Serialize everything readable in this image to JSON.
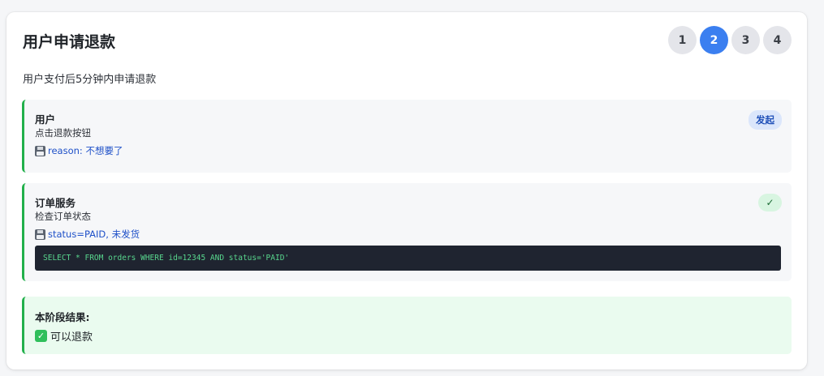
{
  "header": {
    "title": "用户申请退款",
    "subtitle": "用户支付后5分钟内申请退款"
  },
  "steps": [
    {
      "label": "1",
      "active": false
    },
    {
      "label": "2",
      "active": true
    },
    {
      "label": "3",
      "active": false
    },
    {
      "label": "4",
      "active": false
    }
  ],
  "flow": [
    {
      "actor": "用户",
      "action": "点击退款按钮",
      "state": "reason: 不想要了",
      "badge": "发起",
      "state_icon": "floppy-disk-icon"
    },
    {
      "actor": "订单服务",
      "action": "检查订单状态",
      "state": "status=PAID, 未发货",
      "badge": "✓",
      "state_icon": "floppy-disk-icon",
      "code": "SELECT * FROM orders WHERE id=12345 AND status='PAID'"
    }
  ],
  "result": {
    "title": "本阶段结果:",
    "icon": "check-mark-icon",
    "text": "可以退款"
  },
  "colors": {
    "accent": "#3b7ff0",
    "success": "#22b04b",
    "link": "#1e50c8",
    "code_bg": "#1f2430",
    "code_text": "#58d68d"
  }
}
